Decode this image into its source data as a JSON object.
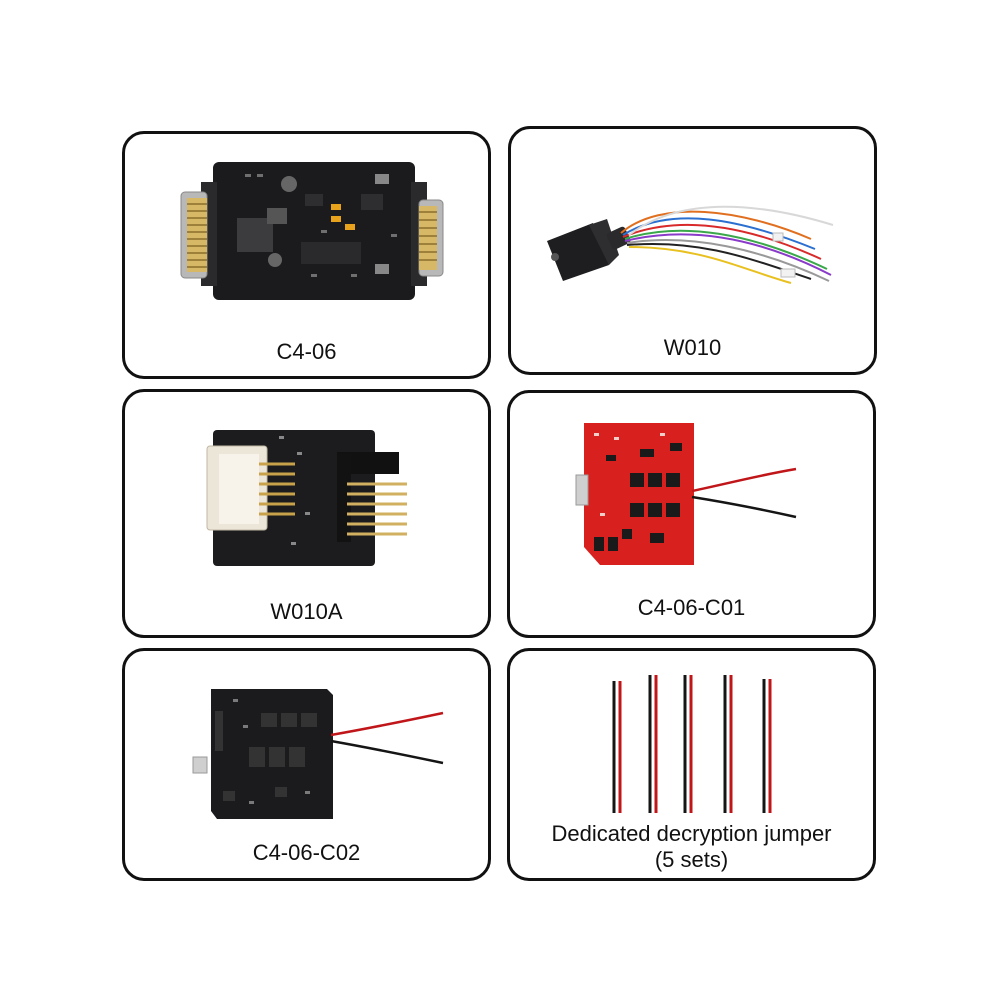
{
  "items": [
    {
      "label": "C4-06",
      "image": "pcb-adapter-black-db25-connectors"
    },
    {
      "label": "W010",
      "image": "db15-cable-with-wires"
    },
    {
      "label": "W010A",
      "image": "w010a-adapter-board"
    },
    {
      "label": "C4-06-C01",
      "image": "red-pcb-board-with-wires"
    },
    {
      "label": "C4-06-C02",
      "image": "black-pcb-board-with-wires"
    },
    {
      "label": "Dedicated decryption jumper\n(5 sets)",
      "image": "jumper-wire-sets"
    }
  ],
  "colors": {
    "border": "#111111",
    "pcb_black": "#1b1b1d",
    "pcb_red": "#d8201e",
    "wire_red": "#c0161a",
    "gold": "#c9a24a"
  }
}
